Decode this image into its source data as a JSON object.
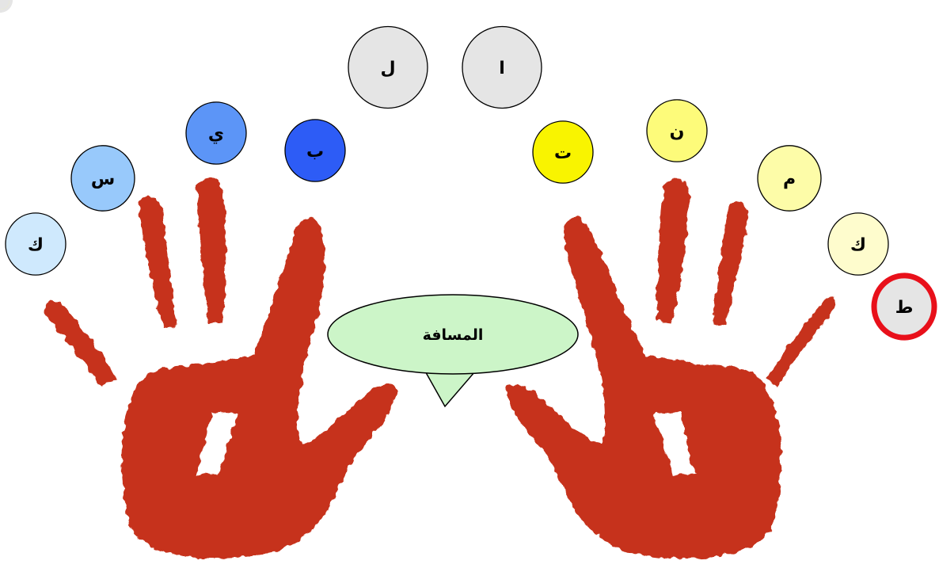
{
  "diagram": {
    "center_label": "المسافة",
    "colors": {
      "hand": "#c6331b",
      "hand_dark": "#a82510",
      "center_bubble": "#ccf5c8",
      "highlight_ring": "#e8101a"
    },
    "left_hand": {
      "bubbles": [
        {
          "label": "ك",
          "finger": "pinky",
          "color": "#cfe9fd"
        },
        {
          "label": "س",
          "finger": "ring",
          "color": "#98c9fb"
        },
        {
          "label": "ي",
          "finger": "middle",
          "color": "#5c95f7"
        },
        {
          "label": "ب",
          "finger": "index",
          "color": "#2d5cf6"
        },
        {
          "label": "ل",
          "finger": "index",
          "color": "#e5e5e5"
        }
      ]
    },
    "right_hand": {
      "bubbles": [
        {
          "label": "ا",
          "finger": "index",
          "color": "#e5e5e5"
        },
        {
          "label": "ت",
          "finger": "index",
          "color": "#f9f400"
        },
        {
          "label": "ن",
          "finger": "middle",
          "color": "#fdfb7a"
        },
        {
          "label": "م",
          "finger": "ring",
          "color": "#fdfca8"
        },
        {
          "label": "ك",
          "finger": "pinky",
          "color": "#fefccd"
        },
        {
          "label": "ط",
          "finger": "pinky",
          "color": "#e5e5e5",
          "highlighted": true
        }
      ]
    }
  }
}
